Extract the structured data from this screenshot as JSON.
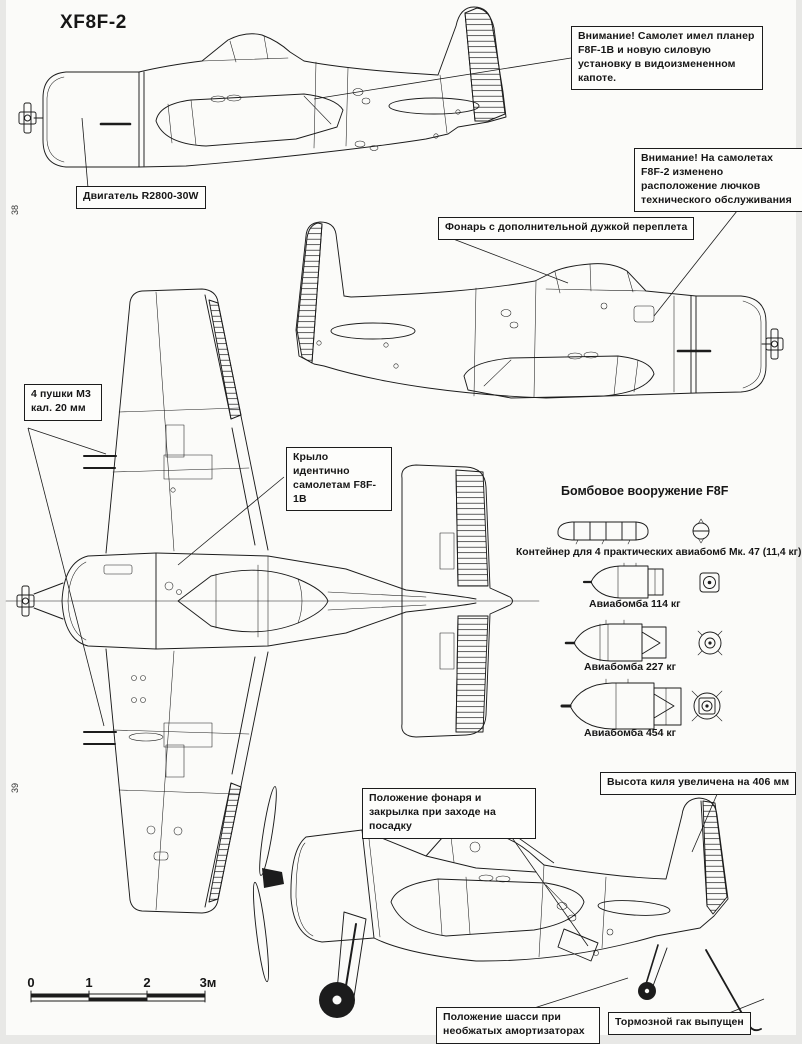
{
  "page": {
    "title": "XF8F-2",
    "page_number_top": "38",
    "page_number_bottom": "39"
  },
  "callouts": {
    "airframe_note": "Внимание! Самолет имел планер F8F-1B и новую силовую установку в видоизмененном капоте.",
    "engine_label": "Двигатель R2800-30W",
    "hatches_note": "Внимание! На самолетах F8F-2 изменено расположение лючков технического обслуживания",
    "canopy_label": "Фонарь с дополнительной дужкой переплета",
    "guns_label": "4 пушки М3 кал. 20 мм",
    "wing_label": "Крыло идентично самолетам F8F-1B",
    "fin_label": "Высота киля увеличена на 406 мм",
    "approach_label": "Положение фонаря и закрылка при заходе на посадку",
    "gear_label": "Положение шасси при необжатых амортизаторах",
    "hook_label": "Тормозной гак выпущен"
  },
  "armament": {
    "section_title": "Бомбовое вооружение F8F",
    "container_label": "Контейнер для 4 практических авиабомб Мк. 47 (11,4 кг)",
    "bomb114_label": "Авиабомба 114 кг",
    "bomb227_label": "Авиабомба 227 кг",
    "bomb454_label": "Авиабомба 454 кг"
  },
  "scale_bar": {
    "ticks": [
      "0",
      "1",
      "2",
      "3м"
    ]
  },
  "colors": {
    "paper": "#fbfbf9",
    "ink": "#1c1c1c"
  }
}
